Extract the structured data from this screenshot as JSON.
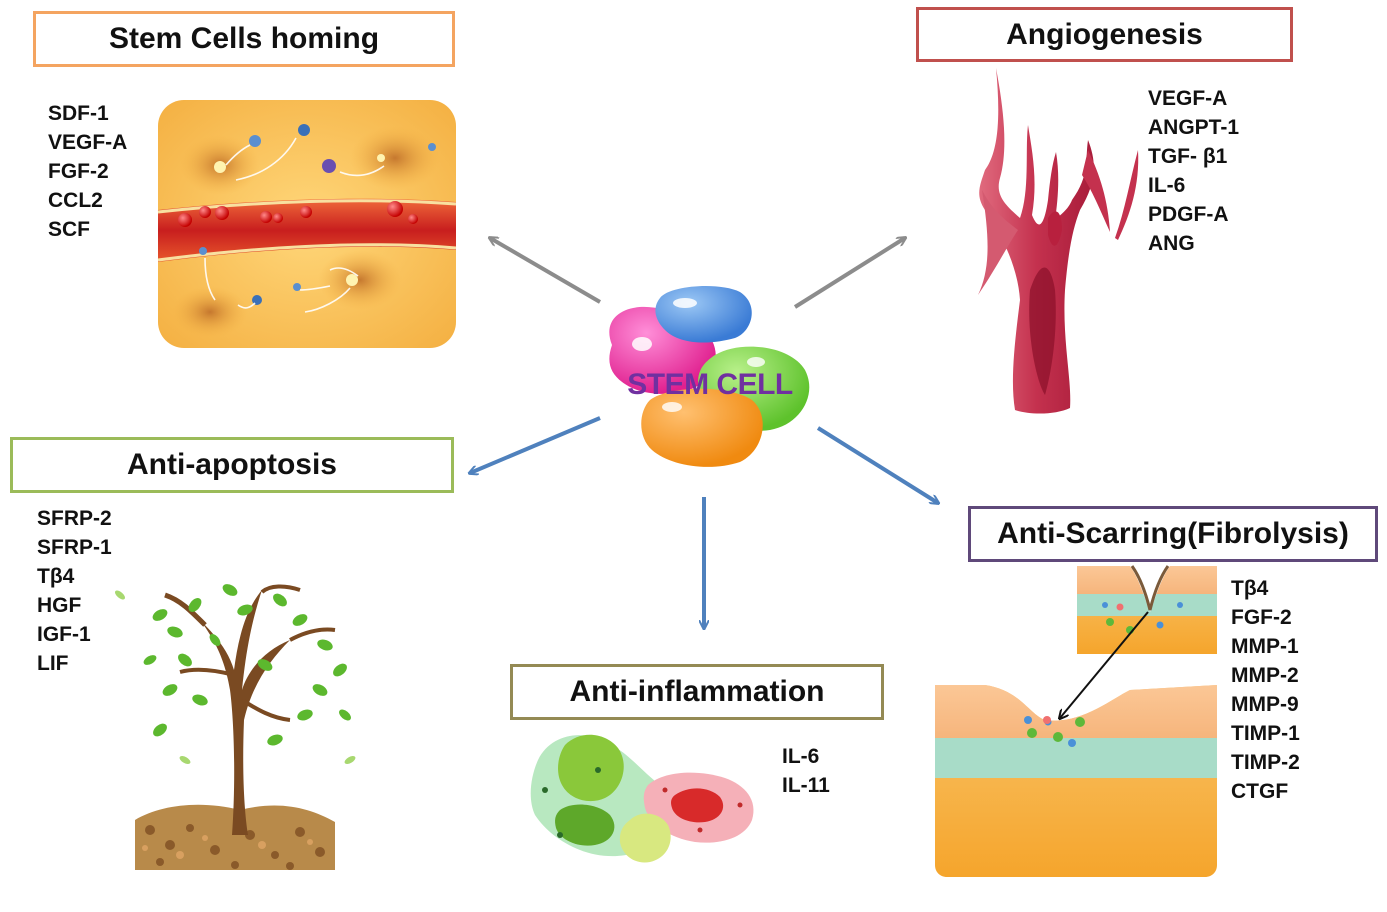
{
  "center": {
    "label": "STEM CELL"
  },
  "nodes": {
    "homing": {
      "title": "Stem Cells homing",
      "factors": [
        "SDF-1",
        "VEGF-A",
        "FGF-2",
        "CCL2",
        "SCF"
      ]
    },
    "angiogenesis": {
      "title": "Angiogenesis",
      "factors": [
        "VEGF-A",
        "ANGPT-1",
        "TGF- β1",
        "IL-6",
        "PDGF-A",
        "ANG"
      ]
    },
    "apoptosis": {
      "title": "Anti-apoptosis",
      "factors": [
        "SFRP-2",
        "SFRP-1",
        "Tβ4",
        "HGF",
        "IGF-1",
        "LIF"
      ]
    },
    "inflammation": {
      "title": "Anti-inflammation",
      "factors": [
        "IL-6",
        "IL-11"
      ]
    },
    "scarring": {
      "title": "Anti-Scarring(Fibrolysis)",
      "factors": [
        "Tβ4",
        "FGF-2",
        "MMP-1",
        "MMP-2",
        "MMP-9",
        "TIMP-1",
        "TIMP-2",
        "CTGF"
      ]
    }
  },
  "colors": {
    "homing_border": "#F4A460",
    "angiogenesis_border": "#C0504D",
    "apoptosis_border": "#9BBB59",
    "inflammation_border": "#948A54",
    "scarring_border": "#5F497A",
    "arrow_gray": "#8C8C8C",
    "arrow_blue": "#4F81BD",
    "center_text": "#7030A0"
  }
}
